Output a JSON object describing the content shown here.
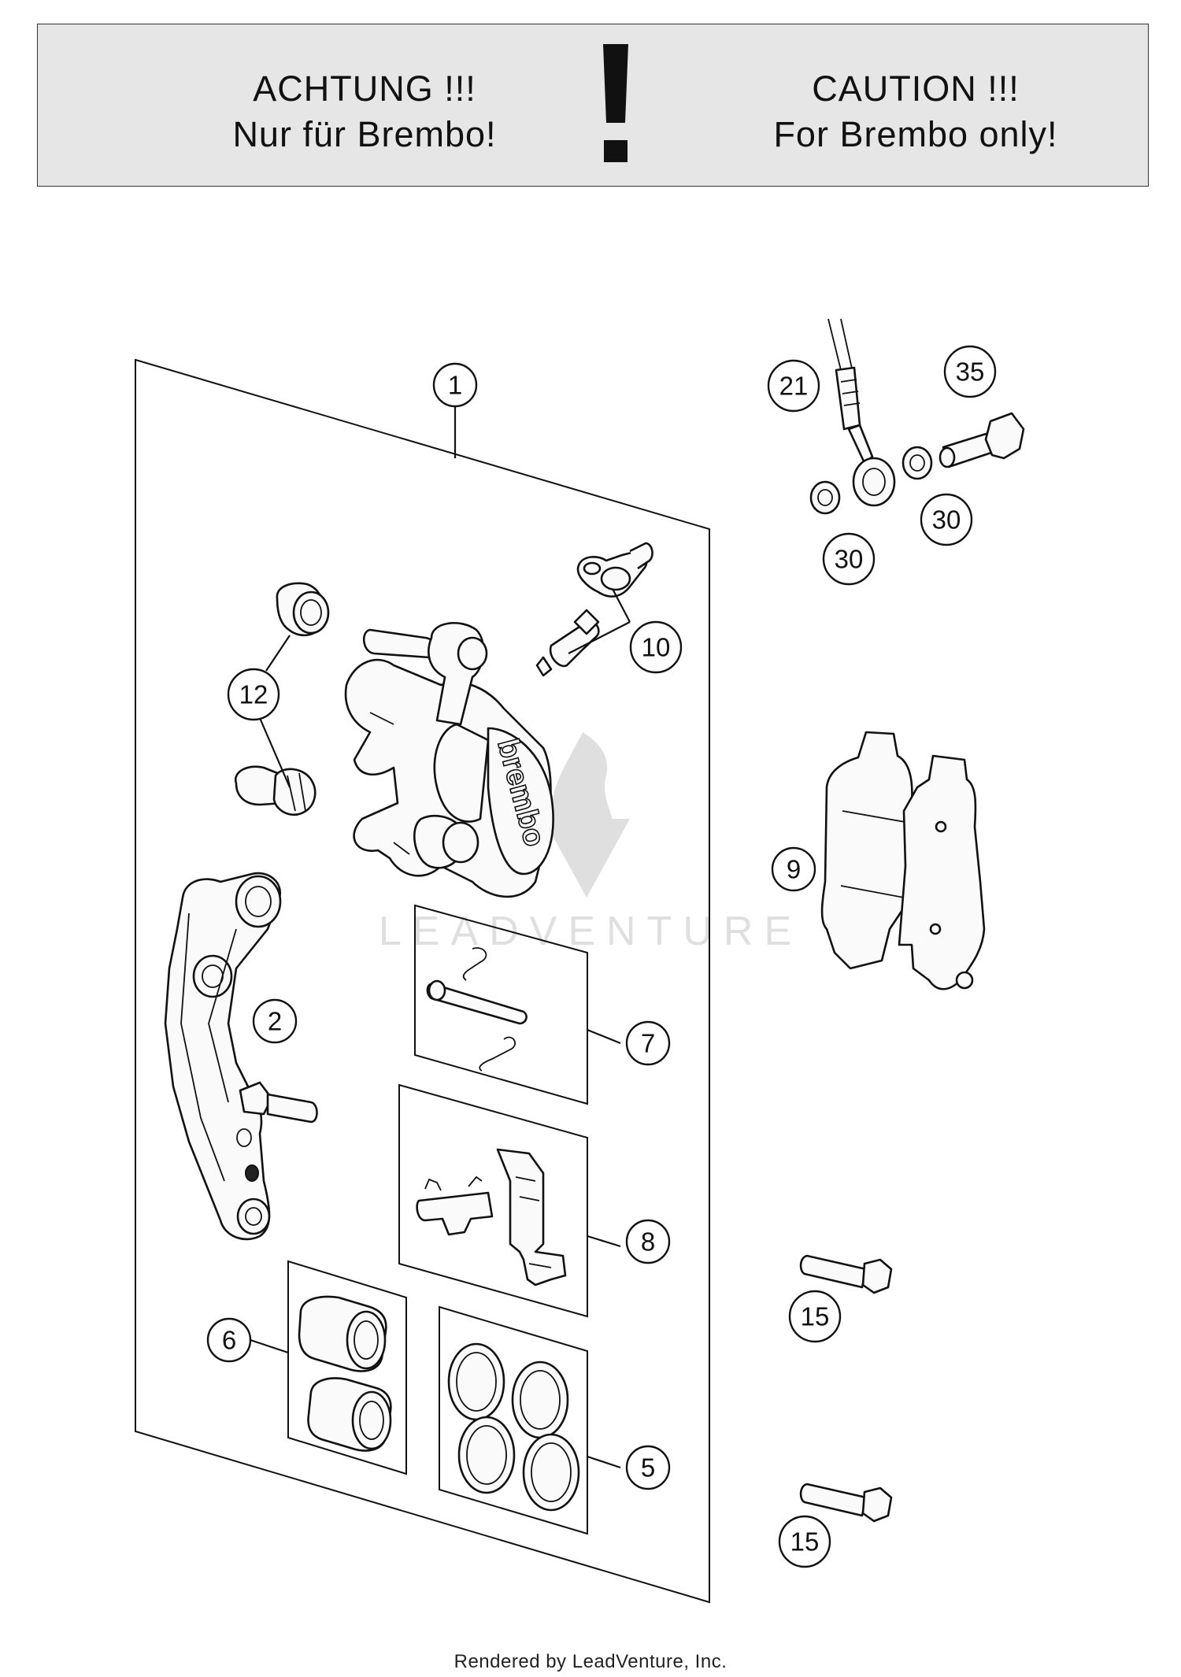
{
  "banner": {
    "left_line1": "ACHTUNG !!!",
    "left_line2": "Nur für Brembo!",
    "right_line1": "CAUTION !!!",
    "right_line2": "For Brembo only!"
  },
  "watermark": {
    "text": "LEADVENTURE"
  },
  "callouts": [
    {
      "id": "c1",
      "label": "1"
    },
    {
      "id": "c2",
      "label": "2"
    },
    {
      "id": "c5",
      "label": "5"
    },
    {
      "id": "c6",
      "label": "6"
    },
    {
      "id": "c7",
      "label": "7"
    },
    {
      "id": "c8",
      "label": "8"
    },
    {
      "id": "c9",
      "label": "9"
    },
    {
      "id": "c10",
      "label": "10"
    },
    {
      "id": "c12",
      "label": "12"
    },
    {
      "id": "c15a",
      "label": "15"
    },
    {
      "id": "c15b",
      "label": "15"
    },
    {
      "id": "c21",
      "label": "21"
    },
    {
      "id": "c30a",
      "label": "30"
    },
    {
      "id": "c30b",
      "label": "30"
    },
    {
      "id": "c35",
      "label": "35"
    }
  ],
  "caliper_logo": "brembo",
  "footer": {
    "text": "Rendered by LeadVenture, Inc."
  }
}
